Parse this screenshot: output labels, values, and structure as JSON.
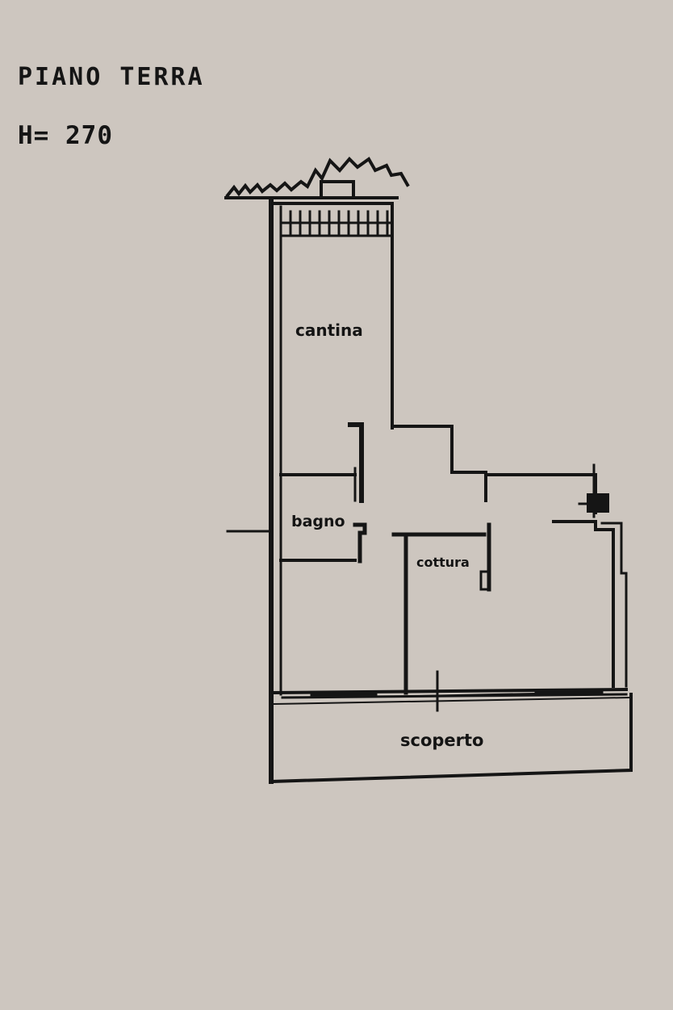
{
  "header": {
    "title": "PIANO TERRA",
    "height": "H= 270"
  },
  "rooms": {
    "cantina": "cantina",
    "bagno": "bagno",
    "cottura": "cottura",
    "scoperto": "scoperto"
  },
  "colors": {
    "paper": "#cdc6bf",
    "ink": "#151515"
  }
}
